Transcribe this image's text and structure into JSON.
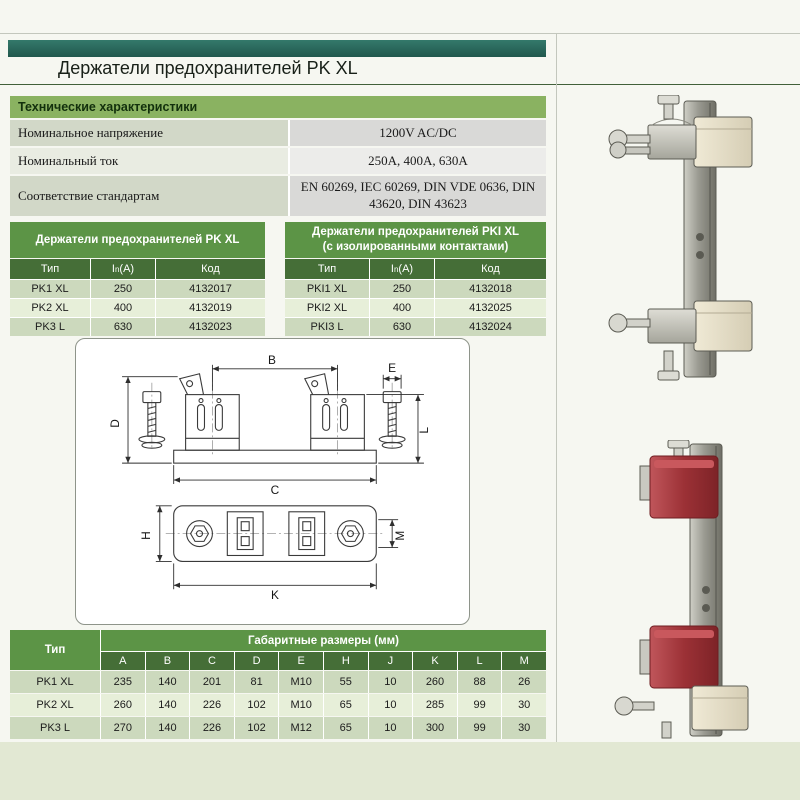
{
  "page": {
    "title": "Держатели предохранителей PK XL"
  },
  "colors": {
    "accent_green": "#5c9446",
    "dark_green": "#456e37",
    "header_light_green": "#8ab261",
    "teal_bar": "#2a6c5e",
    "row_green_dark": "#ccd9bd",
    "row_green_light": "#e7efd9",
    "red_cover": "#9c3136"
  },
  "tech_specs": {
    "header": "Технические характеристики",
    "rows": [
      {
        "label": "Номинальное напряжение",
        "value": "1200V AC/DC"
      },
      {
        "label": "Номинальный ток",
        "value": "250A, 400A, 630A"
      },
      {
        "label": "Соответствие стандартам",
        "value": "EN 60269, IEC 60269, DIN VDE 0636, DIN 43620, DIN 43623"
      }
    ]
  },
  "table_pk": {
    "title": "Держатели предохранителей PK XL",
    "col_type": "Тип",
    "col_current_base": "I",
    "col_current_sub": "n",
    "col_current_unit": "(A)",
    "col_code": "Код",
    "rows": [
      {
        "type": "PK1 XL",
        "current": "250",
        "code": "4132017"
      },
      {
        "type": "PK2 XL",
        "current": "400",
        "code": "4132019"
      },
      {
        "type": "PK3 L",
        "current": "630",
        "code": "4132023"
      }
    ]
  },
  "table_pki": {
    "title1": "Держатели предохранителей PKI XL",
    "title2": "(с изолированными контактами)",
    "col_type": "Тип",
    "col_current_base": "I",
    "col_current_sub": "n",
    "col_current_unit": "(A)",
    "col_code": "Код",
    "rows": [
      {
        "type": "PKI1 XL",
        "current": "250",
        "code": "4132018"
      },
      {
        "type": "PKI2 XL",
        "current": "400",
        "code": "4132025"
      },
      {
        "type": "PKI3 L",
        "current": "630",
        "code": "4132024"
      }
    ]
  },
  "drawing": {
    "dim_b": "B",
    "dim_e": "E",
    "dim_d": "D",
    "dim_l": "L",
    "dim_c": "C",
    "dim_h": "H",
    "dim_m": "M",
    "dim_k": "K"
  },
  "dims_table": {
    "title": "Габаритные размеры (мм)",
    "col_type": "Тип",
    "columns": [
      "A",
      "B",
      "C",
      "D",
      "E",
      "H",
      "J",
      "K",
      "L",
      "M"
    ],
    "rows": [
      {
        "type": "PK1 XL",
        "values": [
          "235",
          "140",
          "201",
          "81",
          "M10",
          "55",
          "10",
          "260",
          "88",
          "26"
        ]
      },
      {
        "type": "PK2 XL",
        "values": [
          "260",
          "140",
          "226",
          "102",
          "M10",
          "65",
          "10",
          "285",
          "99",
          "30"
        ]
      },
      {
        "type": "PK3 L",
        "values": [
          "270",
          "140",
          "226",
          "102",
          "M12",
          "65",
          "10",
          "300",
          "99",
          "30"
        ]
      }
    ]
  }
}
